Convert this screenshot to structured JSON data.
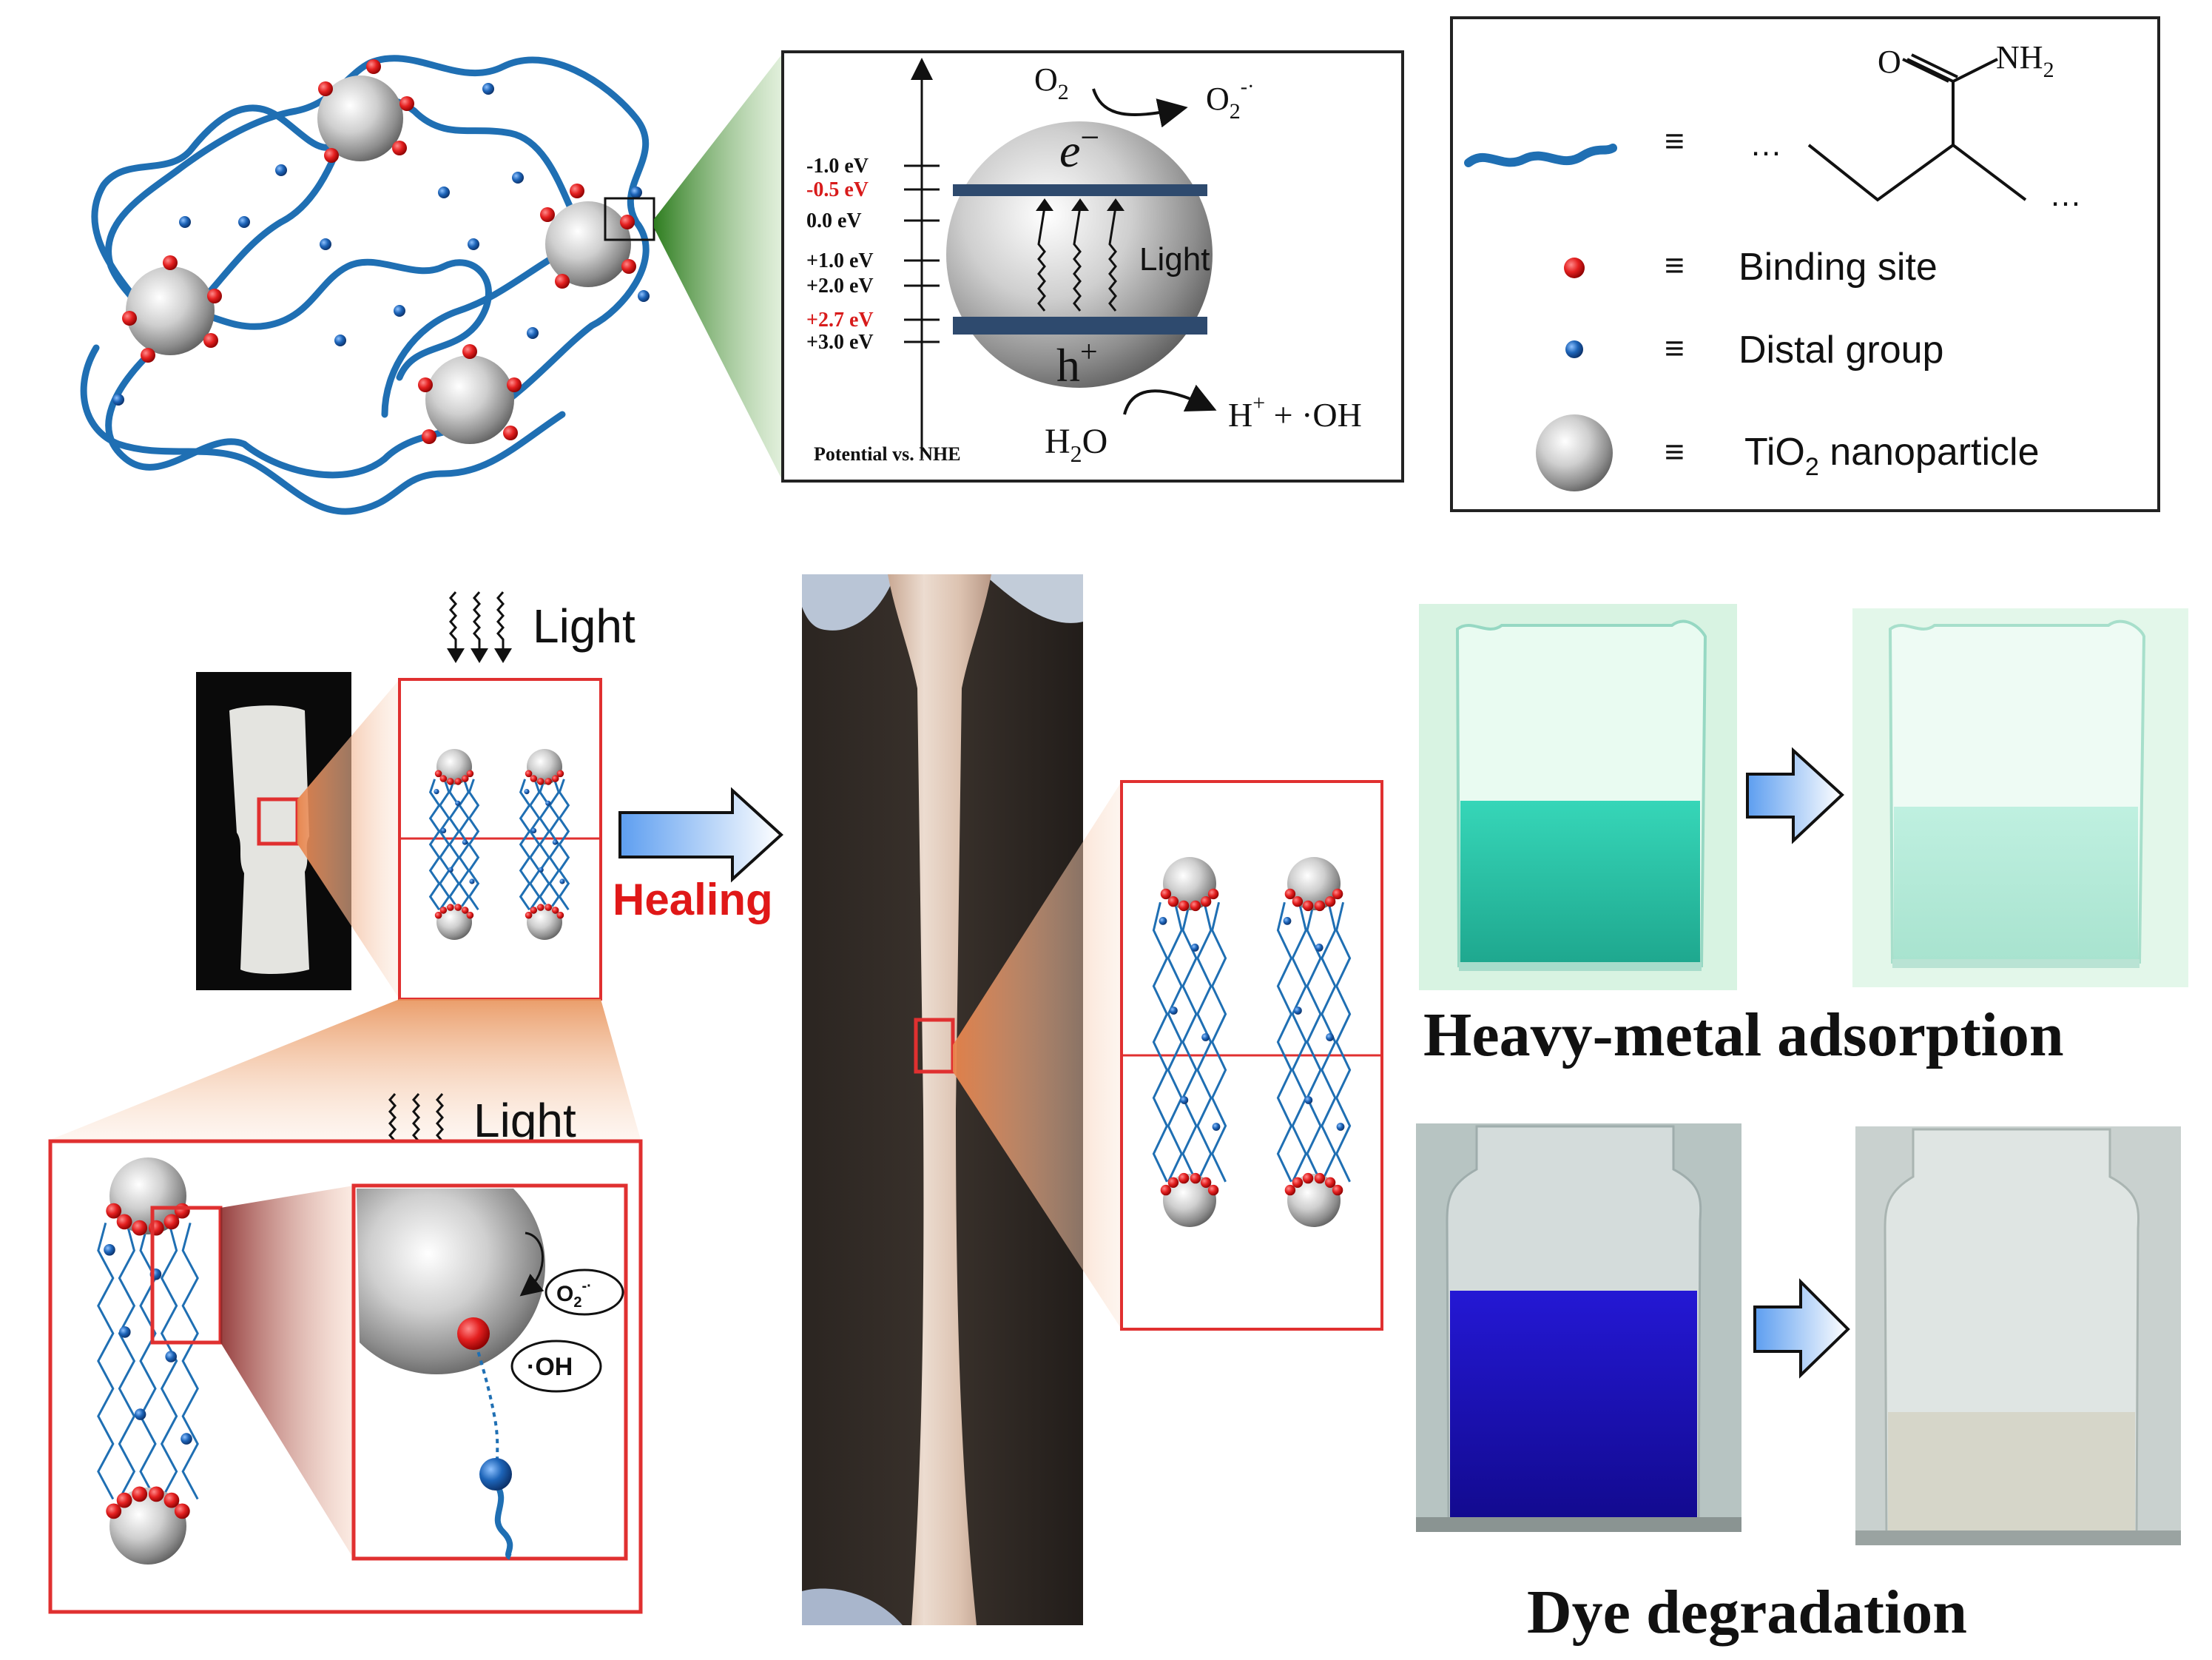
{
  "colors": {
    "chain": "#1f6fb3",
    "binding_site": "#e0202a",
    "distal_group": "#1d64b8",
    "frame_red": "#e03030",
    "frame_black": "#222222",
    "band": "#2e4a6e",
    "highlight_red": "#e01818",
    "glow_green": "#3b8a2a",
    "glow_orange": "#e8935a",
    "arrow_blue": "#7fb0ee",
    "teal_solution": "#2fd4b6",
    "dye_blue": "#1a12c8"
  },
  "energy_diagram": {
    "levels": [
      {
        "label": "-1.0 eV",
        "highlight": false
      },
      {
        "label": "-0.5 eV",
        "highlight": true
      },
      {
        "label": "0.0 eV",
        "highlight": false
      },
      {
        "label": "+1.0 eV",
        "highlight": false
      },
      {
        "label": "+2.0 eV",
        "highlight": false
      },
      {
        "label": "+2.7 eV",
        "highlight": true
      },
      {
        "label": "+3.0 eV",
        "highlight": false
      }
    ],
    "axis_label": "Potential vs. NHE",
    "electron": "e",
    "electron_sup": "−",
    "hole": "h",
    "hole_sup": "+",
    "light": "Light",
    "o2": "O",
    "o2_sub": "2",
    "o2_radical": "O",
    "o2_radical_sub": "2",
    "o2_radical_sup": "-·",
    "water": "H",
    "water_sub": "2",
    "water_o": "O",
    "hplus": "H",
    "hplus_sup": "+",
    "hplus_rest": " + ·OH"
  },
  "legend": {
    "equiv": "≡",
    "ellipsis_left": "…",
    "ellipsis_right": "…",
    "oxygen": "O",
    "amine": "NH",
    "amine_sub": "2",
    "binding_site": "Binding site",
    "distal_group": "Distal group",
    "tio2_main": "TiO",
    "tio2_sub": "2",
    "tio2_rest": " nanoparticle"
  },
  "process": {
    "light_top": "Light",
    "healing": "Healing",
    "light_bottom": "Light",
    "o2_radical": "O",
    "o2_radical_sub": "2",
    "o2_radical_sup": "-·",
    "hydroxyl": "·OH"
  },
  "applications": {
    "heavy_metal": "Heavy-metal adsorption",
    "dye": "Dye degradation"
  }
}
